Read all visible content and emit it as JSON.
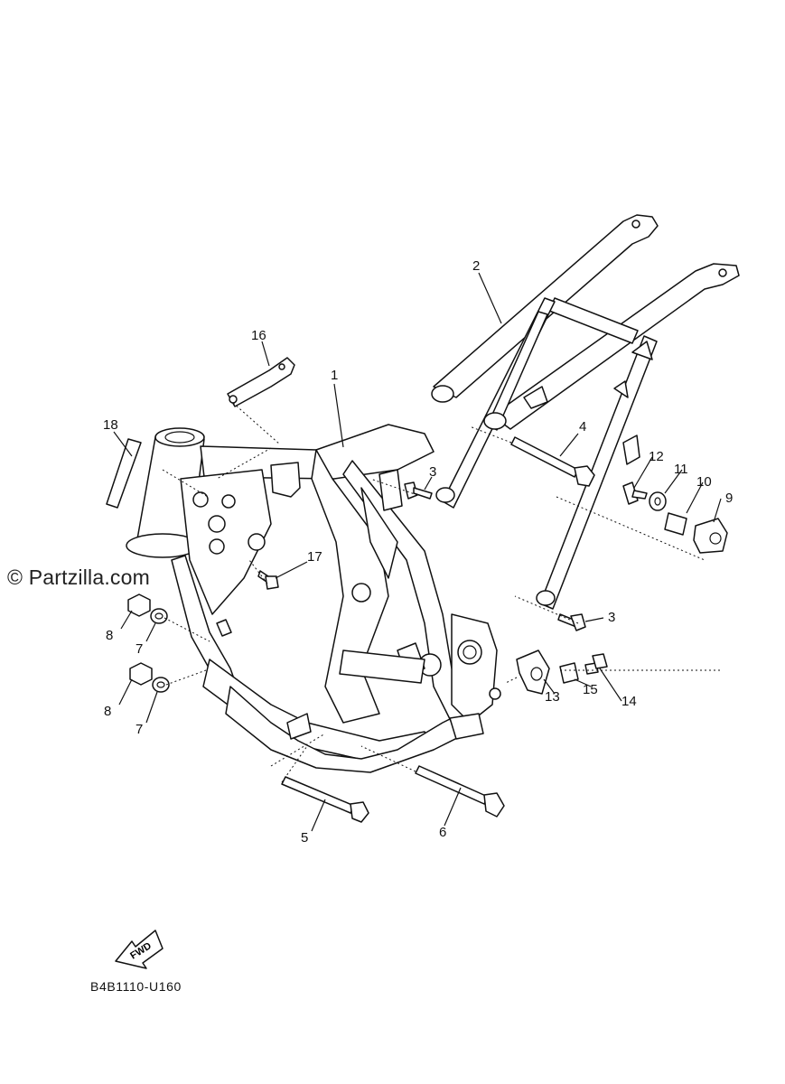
{
  "watermark": "© Partzilla.com",
  "diagram_code": "B4B1110-U160",
  "fwd_label": "FWD",
  "parts": [
    {
      "id": "p1",
      "label": "1"
    },
    {
      "id": "p2",
      "label": "2"
    },
    {
      "id": "p3a",
      "label": "3"
    },
    {
      "id": "p3b",
      "label": "3"
    },
    {
      "id": "p4",
      "label": "4"
    },
    {
      "id": "p5",
      "label": "5"
    },
    {
      "id": "p6",
      "label": "6"
    },
    {
      "id": "p7a",
      "label": "7"
    },
    {
      "id": "p7b",
      "label": "7"
    },
    {
      "id": "p8a",
      "label": "8"
    },
    {
      "id": "p8b",
      "label": "8"
    },
    {
      "id": "p9",
      "label": "9"
    },
    {
      "id": "p10",
      "label": "10"
    },
    {
      "id": "p11",
      "label": "11"
    },
    {
      "id": "p12",
      "label": "12"
    },
    {
      "id": "p13",
      "label": "13"
    },
    {
      "id": "p14",
      "label": "14"
    },
    {
      "id": "p15",
      "label": "15"
    },
    {
      "id": "p16",
      "label": "16"
    },
    {
      "id": "p17",
      "label": "17"
    },
    {
      "id": "p18",
      "label": "18"
    }
  ]
}
